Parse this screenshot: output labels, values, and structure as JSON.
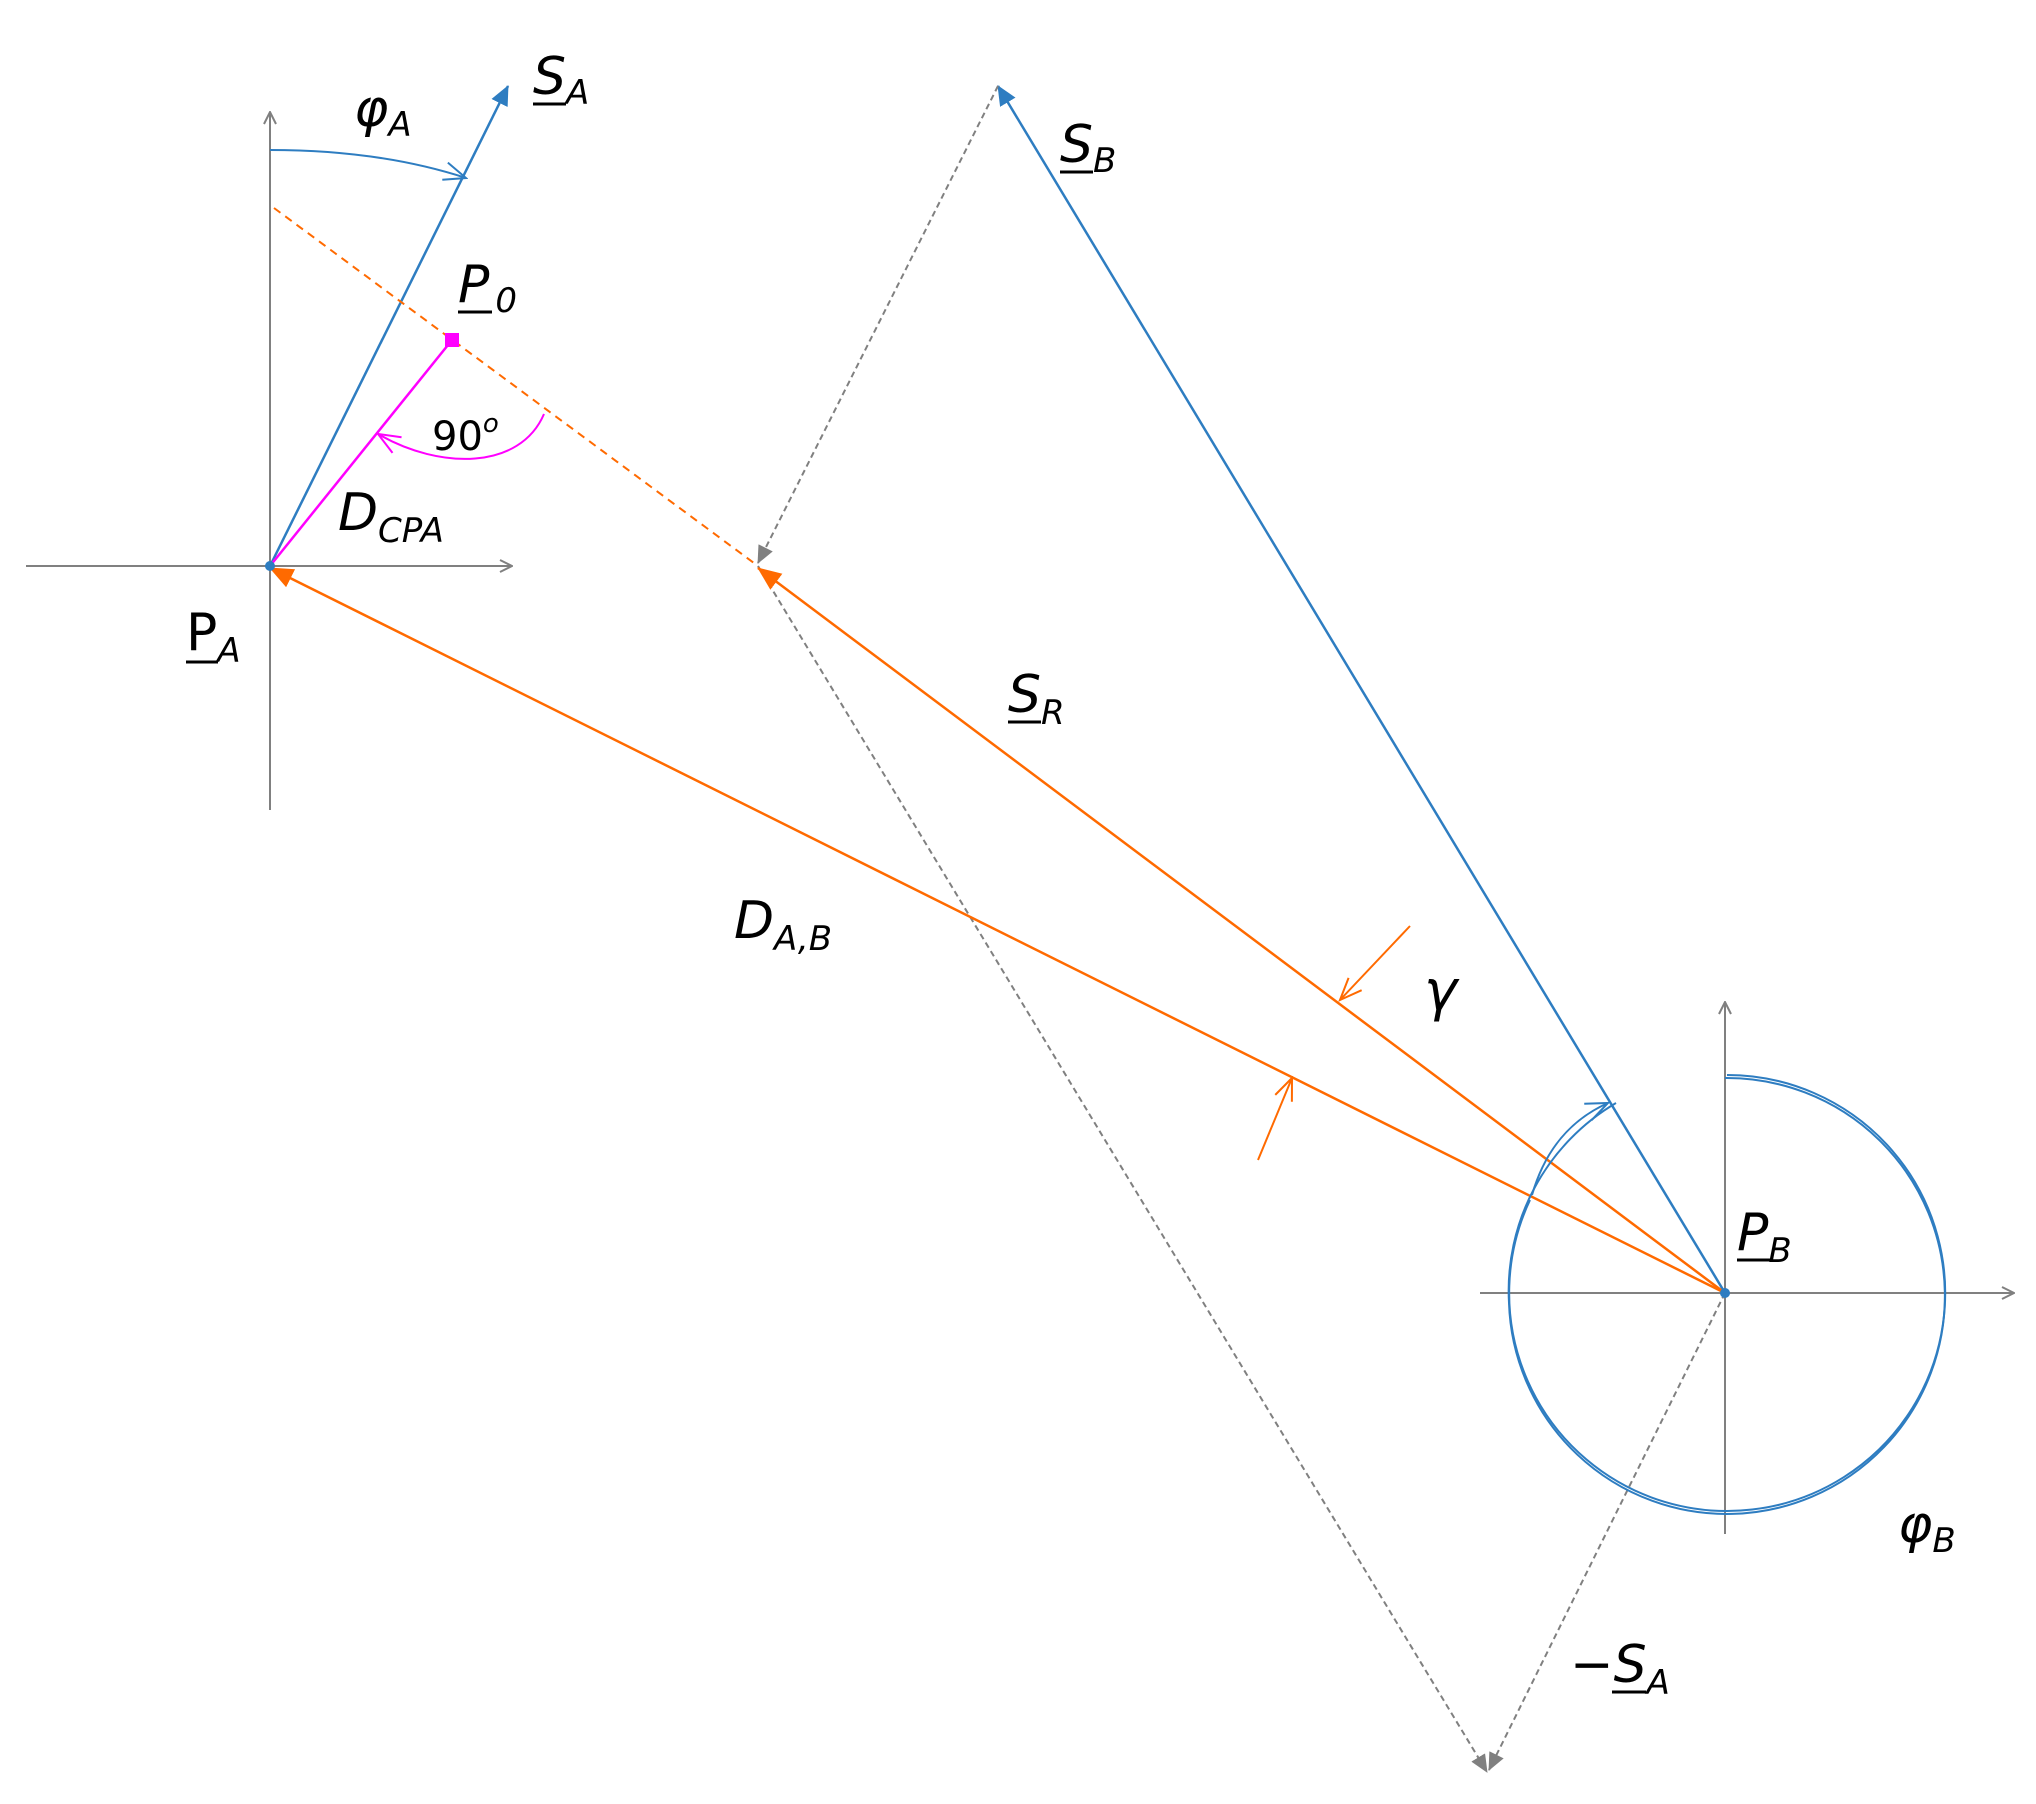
{
  "colors": {
    "axis": "#808080",
    "velocity": "#2e7dc1",
    "relative": "#ff6a00",
    "cpa": "#ff00ff",
    "helper": "#7f7f7f"
  },
  "labels": {
    "s_a": {
      "main": "S",
      "sub": "A"
    },
    "s_b": {
      "main": "S",
      "sub": "B"
    },
    "phi_a": {
      "main": "φ",
      "sub": "A"
    },
    "phi_b": {
      "main": "φ",
      "sub": "B"
    },
    "p_0": {
      "main": "P",
      "sub": "0"
    },
    "ninety": {
      "main": "90",
      "sup": "o"
    },
    "d_cpa": {
      "main": "D",
      "sub": "CPA"
    },
    "p_a": {
      "main": "P",
      "sub": "A"
    },
    "s_r": {
      "main": "S",
      "sub": "R"
    },
    "d_ab": {
      "main": "D",
      "sub": "A,B"
    },
    "gamma": {
      "main": "γ"
    },
    "p_b": {
      "main": "P",
      "sub": "B"
    },
    "neg_s_a": {
      "prefix": "−",
      "main": "S",
      "sub": "A"
    }
  }
}
